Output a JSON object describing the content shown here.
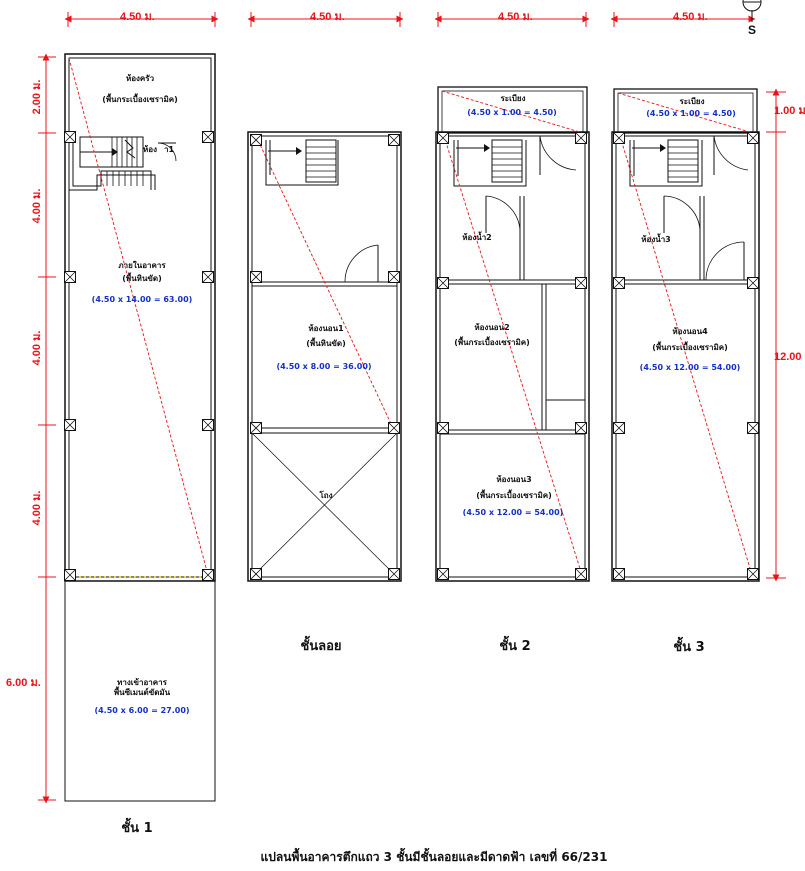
{
  "title": "แปลนพื้นอาคารตึกแถว 3 ชั้นมีชั้นลอยและมีดาดฟ้า เลขที่ 66/231",
  "compass": {
    "label": "S"
  },
  "dimensions": {
    "width": "4.50 ม.",
    "left": [
      "2.00 ม.",
      "4.00 ม.",
      "4.00 ม.",
      "4.00 ม.",
      "6.00 ม."
    ],
    "right": [
      "1.00 ม.",
      "12.00"
    ]
  },
  "floors": [
    {
      "caption": "ชั้น 1",
      "rooms": [
        {
          "name": "ห้องครัว",
          "floor": "(พื้นกระเบื้องเซรามิค)"
        },
        {
          "name": "ห้อง",
          "suffix": "า1"
        },
        {
          "name": "ภายในอาคาร",
          "floor": "(พื้นหินขัด)",
          "area": "(4.50 x 14.00 = 63.00)"
        },
        {
          "name": "ทางเข้าอาคาร",
          "floor": "พื้นซีเมนต์ขัดมัน",
          "area": "(4.50 x 6.00 = 27.00)"
        }
      ]
    },
    {
      "caption": "ชั้นลอย",
      "rooms": [
        {
          "name": "ห้องนอน1",
          "floor": "(พื้นหินขัด)",
          "area": "(4.50 x 8.00 = 36.00)"
        },
        {
          "name": "โถง"
        }
      ]
    },
    {
      "caption": "ชั้น 2",
      "rooms": [
        {
          "name": "ระเบียง",
          "area": "(4.50 x 1.00 = 4.50)"
        },
        {
          "name": "ห้องน้ำ2"
        },
        {
          "name": "ห้องนอน2",
          "floor": "(พื้นกระเบื้องเซรามิค)"
        },
        {
          "name": "ห้องนอน3",
          "floor": "(พื้นกระเบื้องเซรามิค)",
          "area": "(4.50 x 12.00 = 54.00)"
        }
      ]
    },
    {
      "caption": "ชั้น 3",
      "rooms": [
        {
          "name": "ระเบียง",
          "area": "(4.50 x 1.00 = 4.50)"
        },
        {
          "name": "ห้องน้ำ3"
        },
        {
          "name": "ห้องนอน4",
          "floor": "(พื้นกระเบื้องเซรามิค)",
          "area": "(4.50 x 12.00 = 54.00)"
        }
      ]
    }
  ]
}
